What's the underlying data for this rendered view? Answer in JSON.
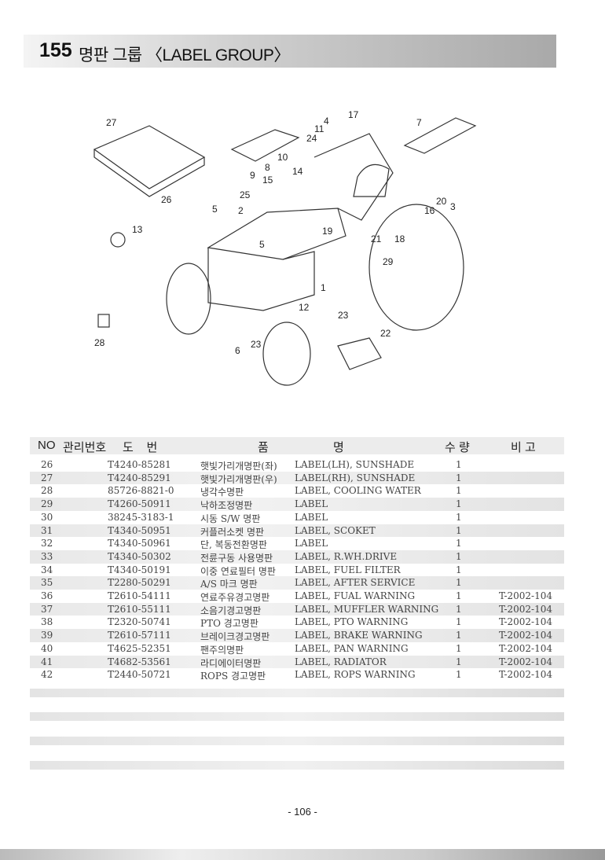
{
  "header": {
    "number": "155",
    "title": "명판 그룹 〈LABEL GROUP〉"
  },
  "diagram": {
    "callouts": [
      "27",
      "26",
      "13",
      "28",
      "17",
      "4",
      "11",
      "24",
      "9",
      "8",
      "10",
      "15",
      "14",
      "25",
      "5",
      "2",
      "7",
      "20",
      "3",
      "16",
      "19",
      "21",
      "18",
      "29",
      "5",
      "1",
      "12",
      "23",
      "22",
      "23",
      "6"
    ]
  },
  "table": {
    "headers": [
      "NO",
      "관리번호",
      "도    번",
      "품",
      "명",
      "수 량",
      "비 고"
    ],
    "rows": [
      [
        "26",
        "T4240-85281",
        "햇빛가리개명판(좌)",
        "LABEL(LH), SUNSHADE",
        "1",
        ""
      ],
      [
        "27",
        "T4240-85291",
        "햇빛가리개명판(우)",
        "LABEL(RH), SUNSHADE",
        "1",
        ""
      ],
      [
        "28",
        "85726-8821-0",
        "냉각수명판",
        "LABEL, COOLING WATER",
        "1",
        ""
      ],
      [
        "29",
        "T4260-50911",
        "낙하조정명판",
        "LABEL",
        "1",
        ""
      ],
      [
        "30",
        "38245-3183-1",
        "시동 S/W 명판",
        "LABEL",
        "1",
        ""
      ],
      [
        "31",
        "T4340-50951",
        "커플러소켓 명판",
        "LABEL, SCOKET",
        "1",
        ""
      ],
      [
        "32",
        "T4340-50961",
        "단, 복동전환명판",
        "LABEL",
        "1",
        ""
      ],
      [
        "33",
        "T4340-50302",
        "전륜구동 사용명판",
        "LABEL, R.WH.DRIVE",
        "1",
        ""
      ],
      [
        "34",
        "T4340-50191",
        "이중 연료필터 명판",
        "LABEL, FUEL FILTER",
        "1",
        ""
      ],
      [
        "35",
        "T2280-50291",
        "A/S 마크 명판",
        "LABEL, AFTER SERVICE",
        "1",
        ""
      ],
      [
        "36",
        "T2610-54111",
        "연료주유경고명판",
        "LABEL, FUAL WARNING",
        "1",
        "T-2002-104"
      ],
      [
        "37",
        "T2610-55111",
        "소음기경고명판",
        "LABEL, MUFFLER WARNING",
        "1",
        "T-2002-104"
      ],
      [
        "38",
        "T2320-50741",
        "PTO 경고명판",
        "LABEL, PTO  WARNING",
        "1",
        "T-2002-104"
      ],
      [
        "39",
        "T2610-57111",
        "브레이크경고명판",
        "LABEL, BRAKE WARNING",
        "1",
        "T-2002-104"
      ],
      [
        "40",
        "T4625-52351",
        "팬주의명판",
        "LABEL, PAN WARNING",
        "1",
        "T-2002-104"
      ],
      [
        "41",
        "T4682-53561",
        "라디에이터명판",
        "LABEL, RADIATOR",
        "1",
        "T-2002-104"
      ],
      [
        "42",
        "T2440-50721",
        "ROPS 경고명판",
        "LABEL, ROPS WARNING",
        "1",
        "T-2002-104"
      ]
    ]
  },
  "footer": {
    "page": "- 106 -"
  }
}
